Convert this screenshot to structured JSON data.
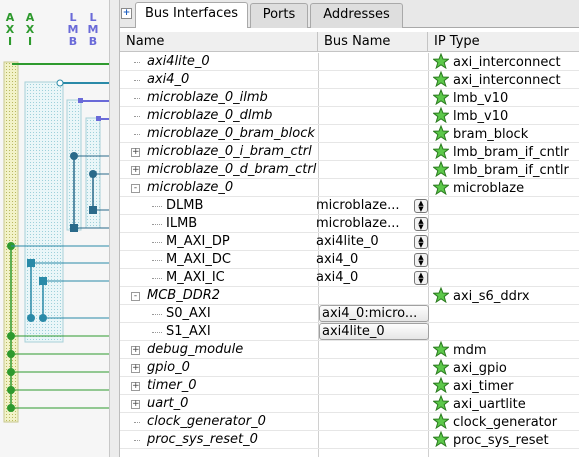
{
  "bus_labels": [
    {
      "letters": [
        "A",
        "X",
        "I"
      ],
      "color": "#2e9a2e"
    },
    {
      "letters": [
        "A",
        "X",
        "I"
      ],
      "color": "#2e9a2e"
    },
    {
      "letters": [
        "L",
        "M",
        "B"
      ],
      "color": "#6a6ad8"
    },
    {
      "letters": [
        "L",
        "M",
        "B"
      ],
      "color": "#6a6ad8"
    }
  ],
  "tabs": [
    {
      "label": "Bus Interfaces",
      "active": true
    },
    {
      "label": "Ports",
      "active": false
    },
    {
      "label": "Addresses",
      "active": false
    }
  ],
  "columns": {
    "name": "Name",
    "bus_name": "Bus Name",
    "ip_type": "IP Type"
  },
  "rows": [
    {
      "name": "axi4lite_0",
      "italic": true,
      "level": 0,
      "expander": "",
      "bus": "",
      "bus_style": "",
      "ip": "axi_interconnect",
      "star": true
    },
    {
      "name": "axi4_0",
      "italic": true,
      "level": 0,
      "expander": "",
      "bus": "",
      "bus_style": "",
      "ip": "axi_interconnect",
      "star": true
    },
    {
      "name": "microblaze_0_ilmb",
      "italic": true,
      "level": 0,
      "expander": "",
      "bus": "",
      "bus_style": "",
      "ip": "lmb_v10",
      "star": true
    },
    {
      "name": "microblaze_0_dlmb",
      "italic": true,
      "level": 0,
      "expander": "",
      "bus": "",
      "bus_style": "",
      "ip": "lmb_v10",
      "star": true
    },
    {
      "name": "microblaze_0_bram_block",
      "italic": true,
      "level": 0,
      "expander": "",
      "bus": "",
      "bus_style": "",
      "ip": "bram_block",
      "star": true
    },
    {
      "name": "microblaze_0_i_bram_ctrl",
      "italic": true,
      "level": 0,
      "expander": "+",
      "bus": "",
      "bus_style": "",
      "ip": "lmb_bram_if_cntlr",
      "star": true
    },
    {
      "name": "microblaze_0_d_bram_ctrl",
      "italic": true,
      "level": 0,
      "expander": "+",
      "bus": "",
      "bus_style": "",
      "ip": "lmb_bram_if_cntlr",
      "star": true
    },
    {
      "name": "microblaze_0",
      "italic": true,
      "level": 0,
      "expander": "-",
      "bus": "",
      "bus_style": "",
      "ip": "microblaze",
      "star": true
    },
    {
      "name": "DLMB",
      "italic": false,
      "level": 1,
      "expander": "",
      "bus": "microblaze...",
      "bus_style": "spin",
      "ip": "",
      "star": false
    },
    {
      "name": "ILMB",
      "italic": false,
      "level": 1,
      "expander": "",
      "bus": "microblaze...",
      "bus_style": "spin",
      "ip": "",
      "star": false
    },
    {
      "name": "M_AXI_DP",
      "italic": false,
      "level": 1,
      "expander": "",
      "bus": "axi4lite_0",
      "bus_style": "spin",
      "ip": "",
      "star": false
    },
    {
      "name": "M_AXI_DC",
      "italic": false,
      "level": 1,
      "expander": "",
      "bus": "axi4_0",
      "bus_style": "spin",
      "ip": "",
      "star": false
    },
    {
      "name": "M_AXI_IC",
      "italic": false,
      "level": 1,
      "expander": "",
      "bus": "axi4_0",
      "bus_style": "spin",
      "ip": "",
      "star": false
    },
    {
      "name": "MCB_DDR2",
      "italic": true,
      "level": 0,
      "expander": "-",
      "bus": "",
      "bus_style": "",
      "ip": "axi_s6_ddrx",
      "star": true
    },
    {
      "name": "S0_AXI",
      "italic": false,
      "level": 1,
      "expander": "",
      "bus": "axi4_0:micro...",
      "bus_style": "combo",
      "ip": "",
      "star": false
    },
    {
      "name": "S1_AXI",
      "italic": false,
      "level": 1,
      "expander": "",
      "bus": "axi4lite_0",
      "bus_style": "combo",
      "ip": "",
      "star": false
    },
    {
      "name": "debug_module",
      "italic": true,
      "level": 0,
      "expander": "+",
      "bus": "",
      "bus_style": "",
      "ip": "mdm",
      "star": true
    },
    {
      "name": "gpio_0",
      "italic": true,
      "level": 0,
      "expander": "+",
      "bus": "",
      "bus_style": "",
      "ip": "axi_gpio",
      "star": true
    },
    {
      "name": "timer_0",
      "italic": true,
      "level": 0,
      "expander": "+",
      "bus": "",
      "bus_style": "",
      "ip": "axi_timer",
      "star": true
    },
    {
      "name": "uart_0",
      "italic": true,
      "level": 0,
      "expander": "+",
      "bus": "",
      "bus_style": "",
      "ip": "axi_uartlite",
      "star": true
    },
    {
      "name": "clock_generator_0",
      "italic": true,
      "level": 0,
      "expander": "",
      "bus": "",
      "bus_style": "",
      "ip": "clock_generator",
      "star": true
    },
    {
      "name": "proc_sys_reset_0",
      "italic": true,
      "level": 0,
      "expander": "",
      "bus": "",
      "bus_style": "",
      "ip": "proc_sys_reset",
      "star": true
    }
  ],
  "colors": {
    "axi_bus": "#2e9a2e",
    "lmb_bus": "#6a6ad8",
    "axi4_bus": "#2a8aa8",
    "star_fill": "#5cc84a",
    "star_stroke": "#2a7a1e"
  },
  "icons": {
    "star": "star-icon",
    "expand": "plus-expander",
    "collapse": "minus-expander",
    "spin": "up-down-spinner-icon",
    "tab_menu": "tab-list-icon"
  }
}
